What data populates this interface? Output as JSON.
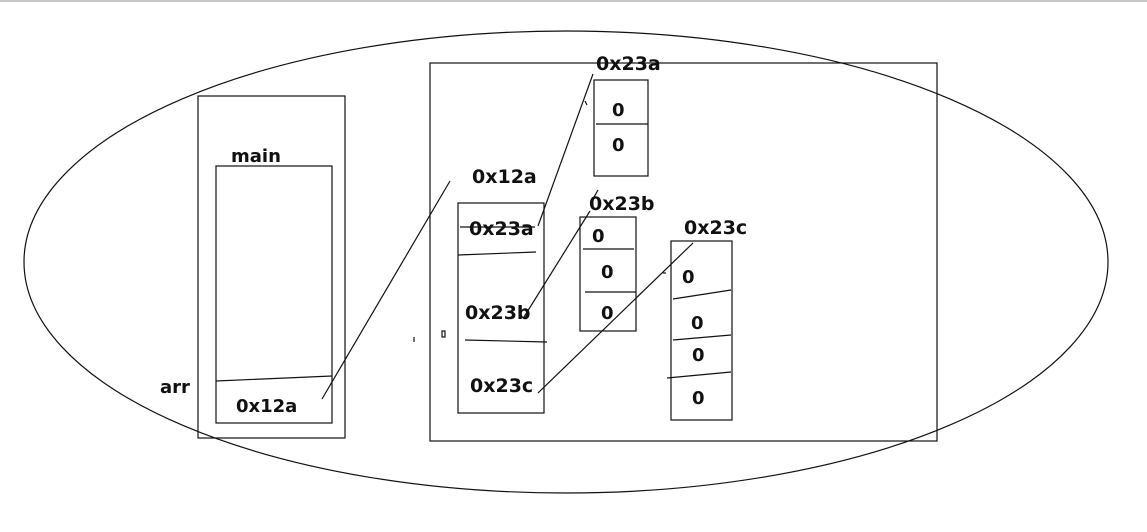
{
  "stack": {
    "frame_label": "main",
    "var_label": "arr",
    "var_value": "0x12a"
  },
  "heap": {
    "outer_array": {
      "address": "0x12a",
      "slots": [
        "0x23a",
        "0x23b",
        "0x23c"
      ]
    },
    "inner_arrays": [
      {
        "address": "0x23a",
        "values": [
          "0",
          "0"
        ]
      },
      {
        "address": "0x23b",
        "values": [
          "0",
          "0",
          "0"
        ]
      },
      {
        "address": "0x23c",
        "values": [
          "0",
          "0",
          "0",
          "0"
        ]
      }
    ]
  }
}
